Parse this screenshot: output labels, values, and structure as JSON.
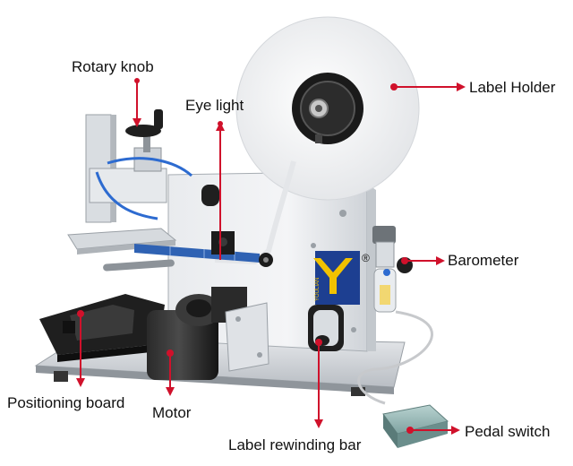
{
  "figure": {
    "callouts": {
      "rotary_knob": "Rotary knob",
      "eye_light": "Eye light",
      "label_holder": "Label Holder",
      "barometer": "Barometer",
      "positioning_board": "Positioning board",
      "motor": "Motor",
      "pedal_switch": "Pedal switch",
      "label_rewinding_bar": "Label rewinding bar"
    },
    "brand_letter": "Y",
    "brand_text": "YOULIAN",
    "registered_mark": "®",
    "colors": {
      "arrow": "#d0112b",
      "brand_yellow": "#f2c200",
      "brand_blue": "#1d3f91",
      "label_blue": "#2f62b3"
    }
  }
}
